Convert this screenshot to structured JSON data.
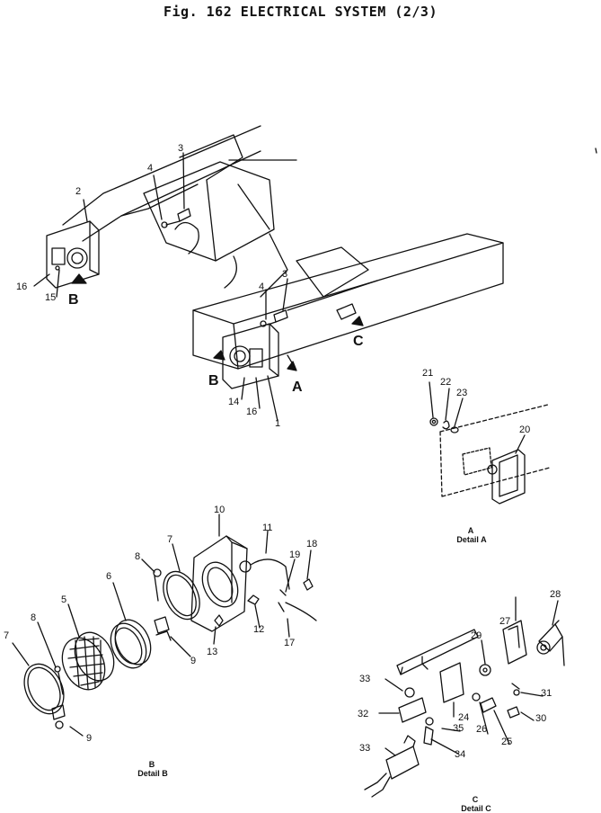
{
  "title": "Fig. 162   ELECTRICAL SYSTEM (2/3)",
  "view_labels": {
    "A": "A",
    "B": "B",
    "C": "C"
  },
  "detail_captions": [
    {
      "key": "detail-a",
      "letter": "A",
      "text": "Detail  A"
    },
    {
      "key": "detail-b",
      "letter": "B",
      "text": "Detail  B"
    },
    {
      "key": "detail-c",
      "letter": "C",
      "text": "Detail  C"
    }
  ],
  "callouts": [
    "2",
    "4",
    "3",
    "16",
    "15",
    "4",
    "3",
    "14",
    "16",
    "1",
    "21",
    "22",
    "23",
    "20",
    "10",
    "11",
    "19",
    "18",
    "8",
    "7",
    "6",
    "5",
    "7",
    "8",
    "9",
    "13",
    "12",
    "17",
    "9",
    "28",
    "27",
    "29",
    "33",
    "32",
    "24",
    "26",
    "31",
    "30",
    "25",
    "35",
    "34",
    "33"
  ],
  "colors": {
    "ink": "#111111",
    "paper": "#ffffff"
  }
}
